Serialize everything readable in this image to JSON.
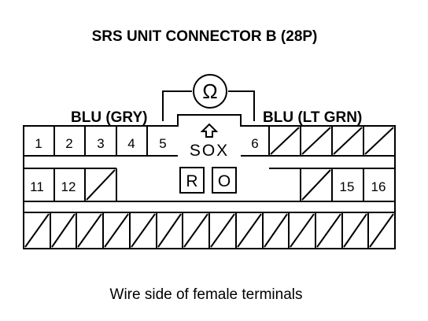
{
  "title": "SRS UNIT CONNECTOR B (28P)",
  "caption": "Wire side of female terminals",
  "meter_symbol": "Ω",
  "label_left": "BLU (GRY)",
  "label_right": "BLU (LT GRN)",
  "center_label": "SOX",
  "range_keys": [
    "R",
    "O"
  ],
  "arrow_icon": "up-arrow-icon",
  "row1": [
    "1",
    "2",
    "3",
    "4",
    "5",
    "",
    "6",
    "",
    "",
    "",
    ""
  ],
  "row2": [
    "11",
    "12",
    "",
    "",
    "",
    "",
    "15",
    "16"
  ],
  "row3_cells": 14
}
